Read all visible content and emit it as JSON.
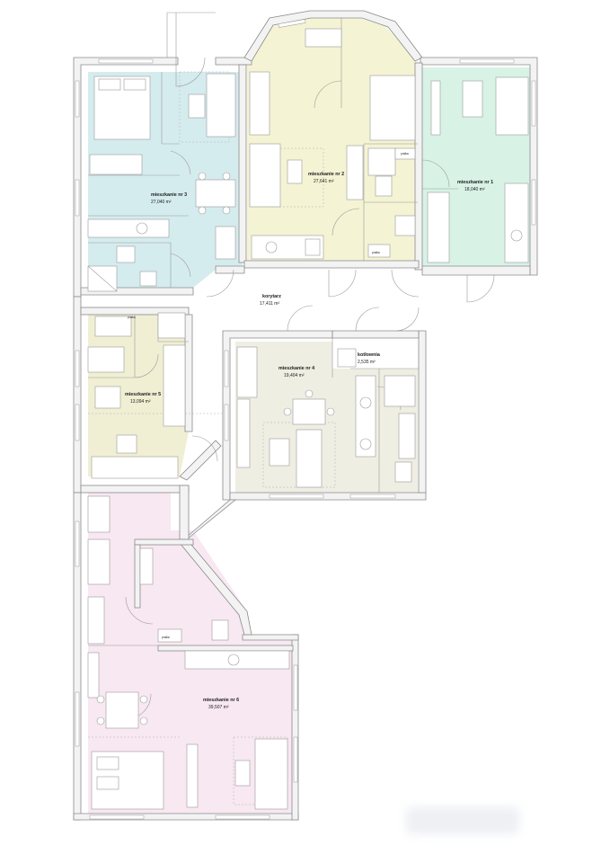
{
  "colors": {
    "apt1": "#d8f2e6",
    "apt2": "#f4f3d4",
    "apt3": "#d5ecef",
    "apt4": "#efeee3",
    "apt5": "#f0efd4",
    "apt6": "#f8e8f1",
    "corridor": "#ffffff",
    "wall": "#f3f3f3",
    "line": "#9a9a9a"
  },
  "rooms": {
    "apt1": {
      "name": "mieszkanie nr 1",
      "area": "18,040 m²"
    },
    "apt2": {
      "name": "mieszkanie nr 2",
      "area": "27,641 m²"
    },
    "apt3": {
      "name": "mieszkanie nr 3",
      "area": "27,040 m²"
    },
    "corridor": {
      "name": "korytarz",
      "area": "17,411 m²"
    },
    "boiler": {
      "name": "kotłownia",
      "area": "2,535 m²"
    },
    "apt4": {
      "name": "mieszkanie nr 4",
      "area": "19,404 m²"
    },
    "apt5": {
      "name": "mieszkanie nr 5",
      "area": "13,094 m²"
    },
    "apt6": {
      "name": "mieszkanie nr 6",
      "area": "39,507 m²"
    }
  },
  "fixture_tags": {
    "pralka": "pralka",
    "piekarnik": "piekarnik",
    "zmywarka": "zmywarka"
  }
}
